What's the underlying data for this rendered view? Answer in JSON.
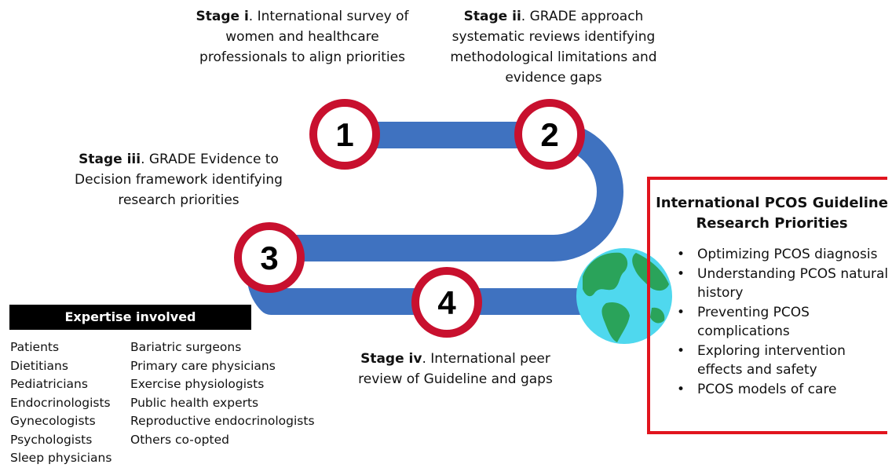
{
  "stages": [
    {
      "number": "1",
      "label": "Stage i",
      "text": ". International survey of women and healthcare professionals to align priorities"
    },
    {
      "number": "2",
      "label": "Stage ii",
      "text": ". GRADE approach systematic reviews identifying methodological limitations and evidence gaps"
    },
    {
      "number": "3",
      "label": "Stage iii",
      "text": ". GRADE Evidence to Decision framework identifying research priorities"
    },
    {
      "number": "4",
      "label": "Stage iv",
      "text": ". International peer review of Guideline and gaps"
    }
  ],
  "expertise": {
    "header": "Expertise involved",
    "left": [
      "Patients",
      "Dietitians",
      "Pediatricians",
      "Endocrinologists",
      "Gynecologists",
      "Psychologists",
      "Sleep physicians"
    ],
    "right": [
      "Bariatric surgeons",
      "Primary care physicians",
      "Exercise physiologists",
      "Public health experts",
      "Reproductive endocrinologists",
      "Others co-opted"
    ]
  },
  "priorities": {
    "title": "International PCOS Guideline Research Priorities",
    "items": [
      "Optimizing PCOS diagnosis",
      "Understanding  PCOS natural history",
      "Preventing PCOS complications",
      "Exploring intervention effects and safety",
      "PCOS models of care"
    ]
  },
  "colors": {
    "path": "#3f72c0",
    "ring": "#c8102e",
    "box_border": "#e1141e",
    "ocean": "#4fd8ee",
    "land": "#2aa35a"
  },
  "icons": {
    "globe": "globe-icon"
  }
}
